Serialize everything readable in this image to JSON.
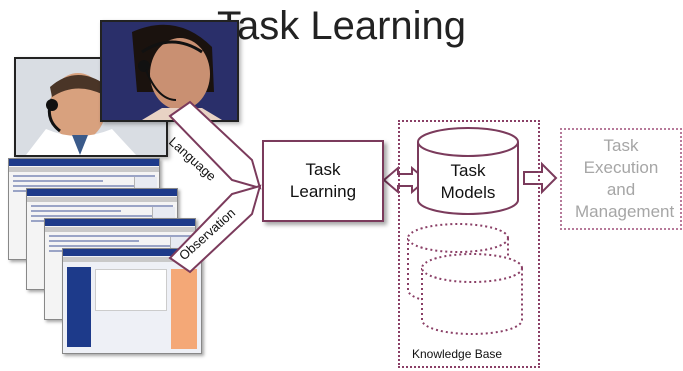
{
  "title": "Task Learning",
  "inputs": {
    "language_label": "Language",
    "observation_label": "Observation"
  },
  "nodes": {
    "task_learning": "Task Learning",
    "task_models": "Task Models",
    "knowledge_base": "Knowledge Base",
    "task_execution": "Task Execution and Management"
  },
  "colors": {
    "border": "#7b3b5c",
    "dotted": "#8a3f66",
    "faded_text": "#a6a6a6"
  },
  "icons": [
    "person-with-headset-photo",
    "browser-screenshot"
  ]
}
